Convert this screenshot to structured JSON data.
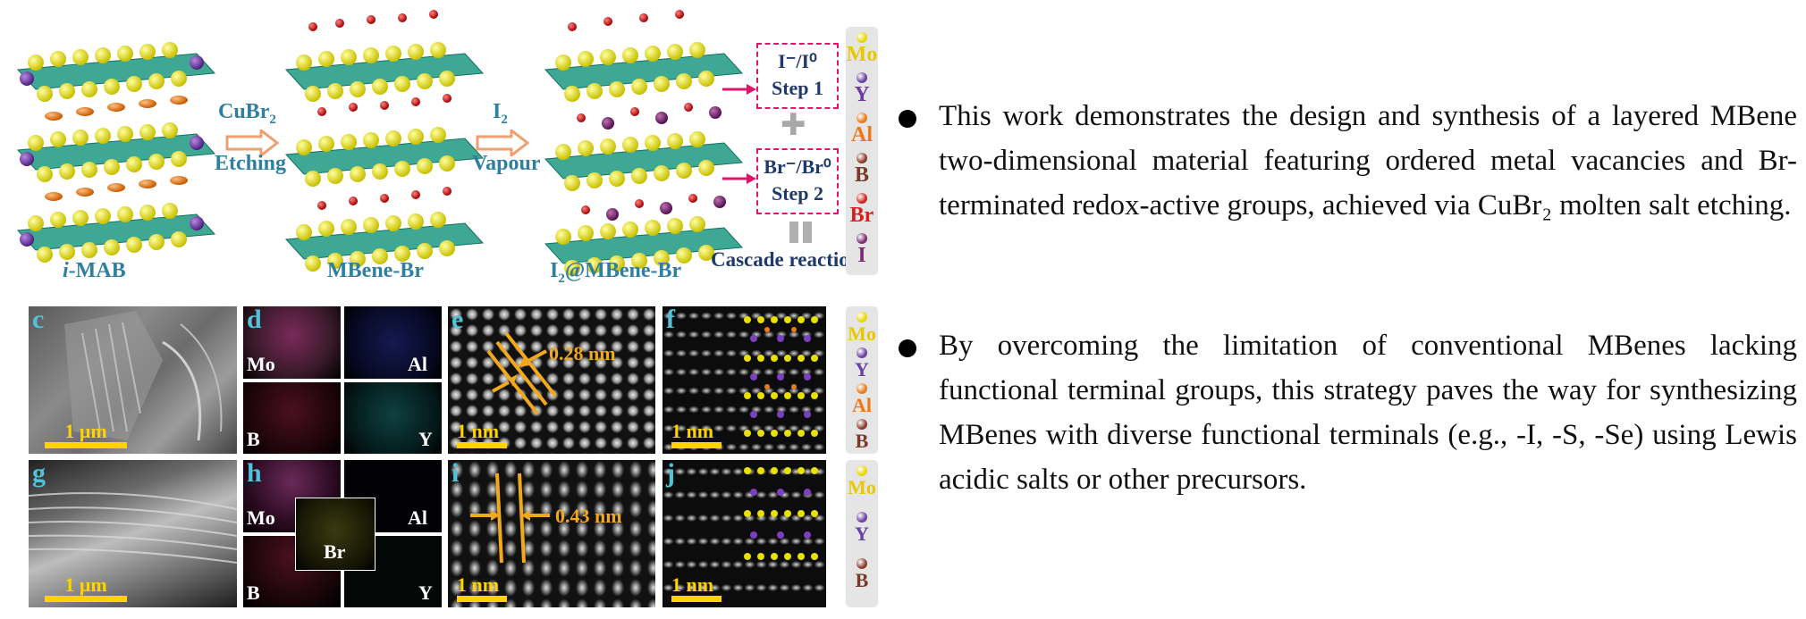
{
  "figure": {
    "top": {
      "struct1_label_prefix": "i",
      "struct1_label_suffix": "-MAB",
      "struct2_label": "MBene-Br",
      "struct3_label_a": "I",
      "struct3_label_sub": "2",
      "struct3_label_b": "@MBene-Br",
      "arrow1_top_a": "CuBr",
      "arrow1_top_sub": "2",
      "arrow1_bottom": "Etching",
      "arrow2_top_a": "I",
      "arrow2_top_sub": "2",
      "arrow2_bottom": "Vapour",
      "step1_line1": "I⁻/I⁰",
      "step1_line2": "Step 1",
      "step2_line1": "Br⁻/Br⁰",
      "step2_line2": "Step 2",
      "plus": "✚",
      "cascade": "Cascade reaction",
      "legend": [
        {
          "label": "Mo",
          "color": "#e8d800",
          "text_color": "#e8c800"
        },
        {
          "label": "Y",
          "color": "#6a3fa0",
          "text_color": "#6a3fa0"
        },
        {
          "label": "Al",
          "color": "#e87a1a",
          "text_color": "#e87a1a"
        },
        {
          "label": "B",
          "color": "#8a3a2a",
          "text_color": "#7a3a2a"
        },
        {
          "label": "Br",
          "color": "#d42020",
          "text_color": "#d42020"
        },
        {
          "label": "I",
          "color": "#7a2a70",
          "text_color": "#7a2a70"
        }
      ]
    },
    "panels": {
      "c": "c",
      "d": "d",
      "e": "e",
      "f": "f",
      "g": "g",
      "h": "h",
      "i": "i",
      "j": "j",
      "scale_um": "1 μm",
      "scale_nm": "1 nm",
      "e_spacing": "0.28 nm",
      "i_spacing": "0.43 nm",
      "d_maps": {
        "tl": "Mo",
        "tr": "Al",
        "bl": "B",
        "br": "Y"
      },
      "h_maps": {
        "tl": "Mo",
        "tr": "Al",
        "bl": "B",
        "br": "Y",
        "center": "Br"
      },
      "legend_f": [
        "Mo",
        "Y",
        "Al",
        "B"
      ],
      "legend_j": [
        "Mo",
        "Y",
        "B"
      ]
    }
  },
  "bullets": [
    "This work demonstrates the design and synthesis of a layered MBene two-dimensional material featuring ordered metal vacancies and Br-terminated redox-active groups, achieved via CuBr₂ molten salt etching.",
    "By overcoming the limitation of conventional MBenes lacking functional terminal groups, this strategy paves the way for synthesizing MBenes with diverse functional terminals (e.g., -I, -S, -Se) using Lewis acidic salts or other precursors."
  ]
}
